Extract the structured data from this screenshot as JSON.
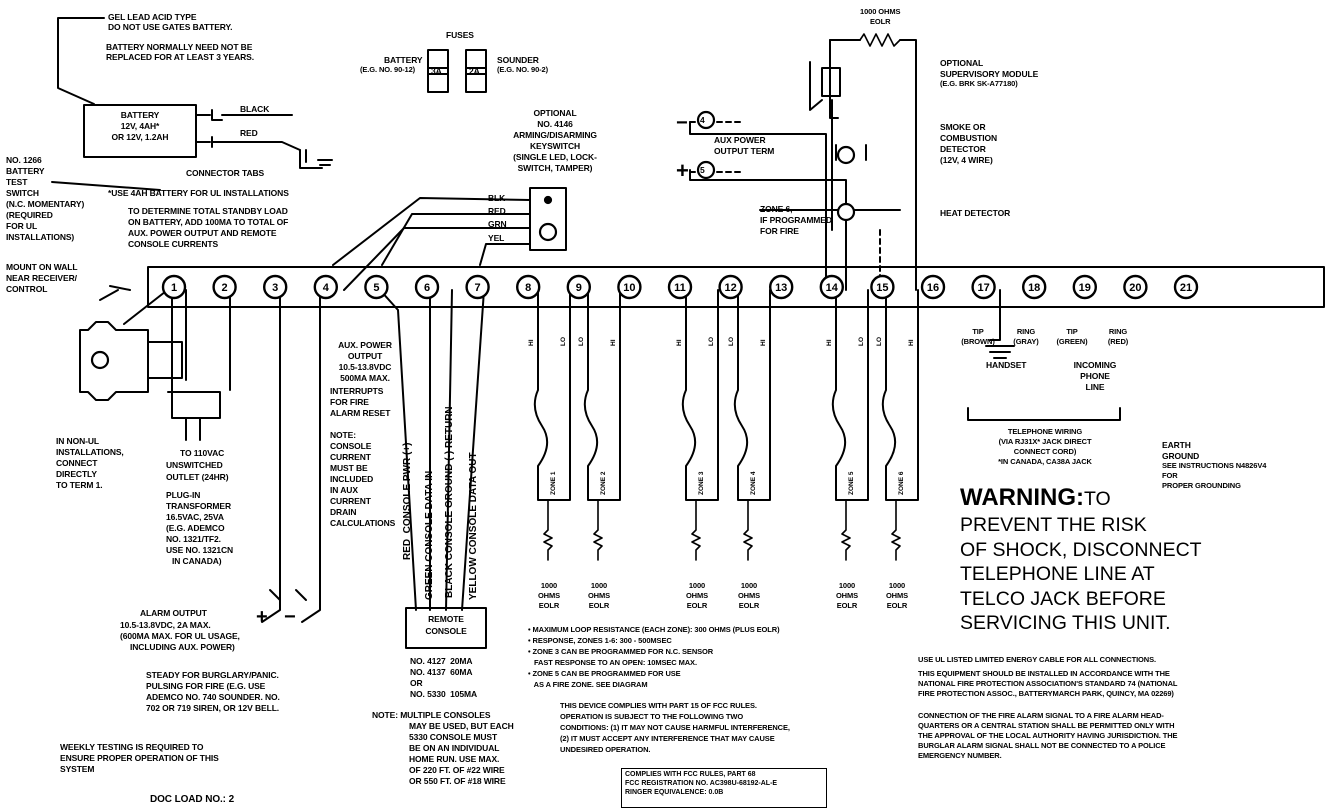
{
  "terminals": [
    "1",
    "2",
    "3",
    "4",
    "5",
    "6",
    "7",
    "8",
    "9",
    "10",
    "11",
    "12",
    "13",
    "14",
    "15",
    "16",
    "17",
    "18",
    "19",
    "20",
    "21"
  ],
  "battery_note": [
    "GEL LEAD ACID TYPE",
    "DO NOT USE GATES BATTERY."
  ],
  "battery_replace": [
    "BATTERY NORMALLY NEED NOT BE",
    "REPLACED FOR AT LEAST 3 YEARS."
  ],
  "battery_box": [
    "BATTERY",
    "12V, 4AH*",
    "OR 12V, 1.2AH"
  ],
  "black_wire": "BLACK",
  "red_wire": "RED",
  "connector_tabs": "CONNECTOR TABS",
  "use_4ah": "*USE 4AH BATTERY FOR UL INSTALLATIONS",
  "test_switch": [
    "No. 1266",
    "BATTERY",
    "TEST",
    "SWITCH",
    "(N.C. MOMENTARY)",
    "(REQUIRED",
    "FOR UL",
    "INSTALLATIONS)"
  ],
  "mount_wall": [
    "MOUNT ON WALL",
    "NEAR RECEIVER/",
    "CONTROL"
  ],
  "standby_load": [
    "TO DETERMINE TOTAL STANDBY LOAD",
    "ON BATTERY, ADD 100mA TO TOTAL OF",
    "AUX. POWER OUTPUT AND REMOTE",
    "CONSOLE CURRENTS"
  ],
  "fuses": "FUSES",
  "battery_fuse": [
    "BATTERY",
    "(e.g. No. 90-12)"
  ],
  "sounder_fuse": [
    "SOUNDER",
    "(e.g. No. 90-2)"
  ],
  "fuse_3a": "3A",
  "fuse_2a": "2A",
  "keyswitch": [
    "OPTIONAL",
    "No. 4146",
    "ARMING/DISARMING",
    "KEYSWITCH",
    "(SINGLE LED, LOCK-",
    "SWITCH, TAMPER)"
  ],
  "ks_wires": [
    "BLK",
    "RED",
    "GRN",
    "YEL"
  ],
  "eolr_top": [
    "1000 OHMS",
    "EOLR"
  ],
  "supervisory": [
    "OPTIONAL",
    "SUPERVISORY MODULE",
    "(e.g. BRK SK-A77180)"
  ],
  "smoke": [
    "SMOKE OR",
    "COMBUSTION",
    "DETECTOR",
    "(12V, 4 WIRE)"
  ],
  "aux_term": [
    "AUX POWER",
    "OUTPUT TERM"
  ],
  "zone6_fire": [
    "ZONE 6,",
    "IF PROGRAMMED",
    "FOR FIRE"
  ],
  "heat_detector": "HEAT DETECTOR",
  "aux_power": [
    "AUX. POWER",
    "OUTPUT",
    "10.5-13.8VDC",
    "500mA MAX.",
    "INTERRUPTS",
    "FOR FIRE",
    "ALARM RESET"
  ],
  "console_note": [
    "NOTE:",
    "CONSOLE",
    "CURRENT",
    "MUST BE",
    "INCLUDED",
    "IN AUX",
    "CURRENT",
    "DRAIN",
    "CALCULATIONS"
  ],
  "console_wires": [
    "RED  CONSOLE PWR (+)",
    "GREEN CONSOLE DATA IN",
    "BLACK CONSOLE GROUND (-) RETURN",
    "YELLOW CONSOLE DATA OUT"
  ],
  "non_ul": [
    "IN NON-UL",
    "INSTALLATIONS,",
    "CONNECT",
    "DIRECTLY",
    "TO TERM 1."
  ],
  "to_110": [
    "TO 110VAC",
    "UNSWITCHED",
    "OUTLET (24HR)"
  ],
  "transformer": [
    "PLUG-IN",
    "TRANSFORMER",
    "16.5VAC, 25VA",
    "(e.g. ADEMCO",
    "No. 1321/TF2.",
    "USE NO. 1321CN",
    "IN CANADA)"
  ],
  "alarm_output": [
    "ALARM OUTPUT",
    "10.5-13.8VDC, 2A MAX.",
    "(600mA MAX. FOR UL USAGE,",
    "INCLUDING AUX. POWER)"
  ],
  "steady": [
    "STEADY FOR BURGLARY/PANIC.",
    "PULSING FOR FIRE (e.g. USE",
    "ADEMCO No. 740 SOUNDER. No.",
    "702 OR 719 SIREN, OR 12V BELL."
  ],
  "weekly": [
    "WEEKLY TESTING IS REQUIRED TO",
    "ENSURE PROPER OPERATION OF THIS",
    "SYSTEM"
  ],
  "doc_load": "DOC LOAD NO.: 2",
  "remote_console": [
    "REMOTE",
    "CONSOLE"
  ],
  "console_models": [
    "No. 4127  20mA",
    "No. 4137  60mA",
    "OR",
    "No. 5330  105mA"
  ],
  "multi_console": [
    "NOTE: MULTIPLE CONSOLES",
    "MAY BE USED, BUT EACH",
    "5330 CONSOLE MUST",
    "BE ON AN INDIVIDUAL",
    "HOME RUN. USE MAX.",
    "OF 220 FT. OF #22 WIRE",
    "OR 550 FT. OF #18 WIRE"
  ],
  "zones": [
    "ZONE 1",
    "ZONE 2",
    "ZONE 3",
    "ZONE 4",
    "ZONE 5",
    "ZONE 6"
  ],
  "zone_eolr": [
    "1000",
    "OHMS",
    "EOLR"
  ],
  "hi": "HI",
  "lo": "LO",
  "loop_notes": [
    "• MAXIMUM LOOP RESISTANCE (EACH ZONE): 300 OHMS (PLUS EOLR)",
    "• RESPONSE, ZONES 1-6: 300 - 500MSEC",
    "• ZONE 3 CAN BE PROGRAMMED FOR N.C. SENSOR",
    "   FAST RESPONSE TO AN OPEN: 10MSEC MAX.",
    "• ZONE 5 CAN BE PROGRAMMED FOR USE",
    "   AS A FIRE ZONE. SEE DIAGRAM"
  ],
  "fcc15": [
    "THIS DEVICE COMPLIES WITH PART 15 OF FCC RULES.",
    "OPERATION IS SUBJECT TO THE FOLLOWING TWO",
    "CONDITIONS: (1) IT MAY NOT CAUSE HARMFUL INTERFERENCE,",
    "(2) IT MUST ACCEPT ANY INTERFERENCE THAT MAY CAUSE",
    "UNDESIRED OPERATION."
  ],
  "fcc68": [
    "COMPLIES WITH FCC RULES, PART 68",
    "FCC REGISTRATION NO. AC398U-68192-AL-E",
    "RINGER EQUIVALENCE: 0.0B"
  ],
  "tip17": [
    "TIP",
    "(BROWN)"
  ],
  "ring18": [
    "RING",
    "(GRAY)"
  ],
  "tip19": [
    "TIP",
    "(GREEN)"
  ],
  "ring20": [
    "RING",
    "(RED)"
  ],
  "handset": "HANDSET",
  "incoming": [
    "INCOMING",
    "PHONE",
    "LINE"
  ],
  "telephone": [
    "TELEPHONE WIRING",
    "(VIA RJ31X* JACK DIRECT",
    "CONNECT CORD)",
    "*IN CANADA, CA38A JACK"
  ],
  "earth": [
    "EARTH",
    "GROUND",
    "SEE INSTRUCTIONS N4826V4",
    "FOR",
    "PROPER GROUNDING"
  ],
  "warning_head": "WARNING:",
  "warning_body": [
    "TO",
    "PREVENT THE RISK",
    "OF SHOCK, DISCONNECT",
    "TELEPHONE LINE AT",
    "TELCO JACK BEFORE",
    "SERVICING THIS UNIT."
  ],
  "ul_notes": [
    "USE UL LISTED LIMITED ENERGY CABLE FOR ALL CONNECTIONS.",
    "THIS EQUIPMENT SHOULD BE INSTALLED IN ACCORDANCE WITH THE",
    "NATIONAL FIRE PROTECTION ASSOCIATION'S STANDARD 74 (NATIONAL",
    "FIRE PROTECTION ASSOC., BATTERYMARCH PARK, QUINCY, MA 02269)"
  ],
  "fire_signal": [
    "CONNECTION OF THE FIRE ALARM SIGNAL TO A FIRE ALARM HEAD-",
    "QUARTERS OR A CENTRAL STATION SHALL BE PERMITTED ONLY WITH",
    "THE APPROVAL OF THE LOCAL AUTHORITY HAVING JURISDICTION. THE",
    "BURGLAR ALARM SIGNAL SHALL NOT BE CONNECTED TO A POLICE",
    "EMERGENCY NUMBER."
  ],
  "aux_pos": "5",
  "aux_neg": "4",
  "plus": "+",
  "minus": "−"
}
